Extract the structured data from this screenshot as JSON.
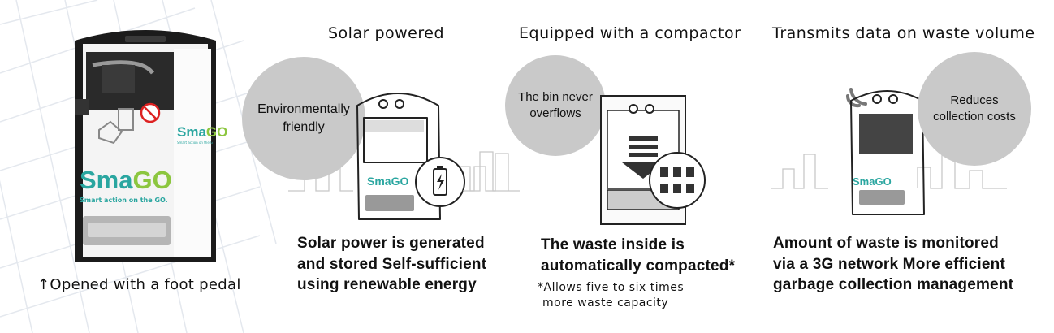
{
  "brand": {
    "logo_text_part1": "Sma",
    "logo_text_part2": "GO",
    "tagline": "Smart action on the GO.",
    "logo_color": "#2aa6a0",
    "accent_color": "#8cc63f"
  },
  "caption_bin": "↑Opened with a foot pedal",
  "sections": [
    {
      "title": "Solar powered",
      "circle_lines": [
        "Environmentally",
        "friendly"
      ],
      "description_lines": [
        "Solar power is generated",
        "and stored Self-sufficient",
        "using renewable energy"
      ]
    },
    {
      "title": "Equipped with a compactor",
      "circle_lines": [
        "The bin never",
        "overflows"
      ],
      "description_lines": [
        "The waste inside is",
        "automatically compacted*"
      ],
      "note_lines": [
        "*Allows five to six times",
        "more waste capacity"
      ]
    },
    {
      "title": "Transmits data on waste volume",
      "circle_lines": [
        "Reduces",
        "collection costs"
      ],
      "description_lines": [
        "Amount of waste is monitored",
        "via a 3G network More efficient",
        "garbage collection management"
      ]
    }
  ],
  "colors": {
    "circle_fill": "#c9c9c9",
    "bin_body": "#f4f4f4",
    "bin_frame": "#1b1b1b"
  }
}
